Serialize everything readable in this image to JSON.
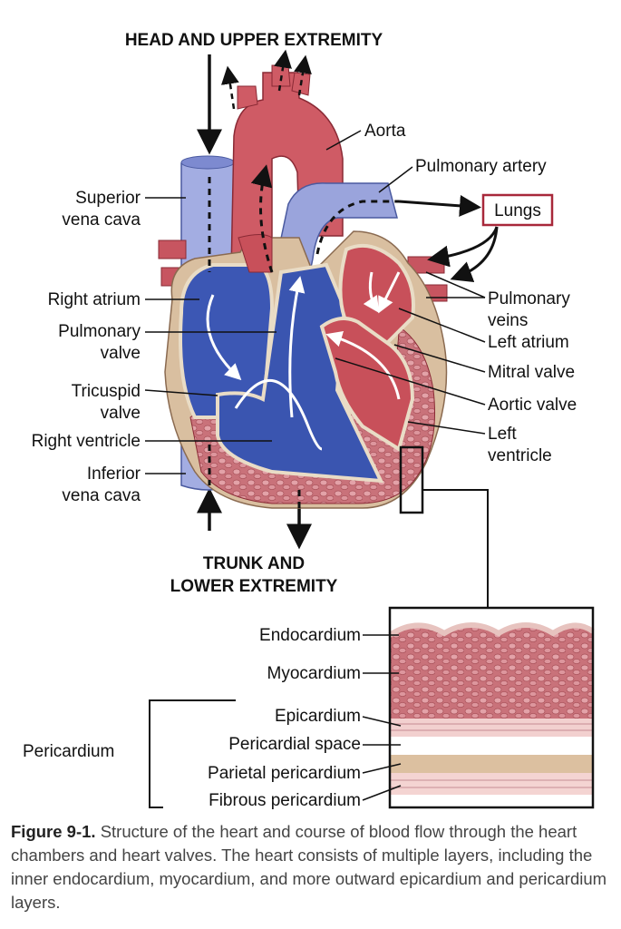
{
  "headers": {
    "top": "HEAD AND UPPER EXTREMITY",
    "bottom_line1": "TRUNK AND",
    "bottom_line2": "LOWER EXTREMITY"
  },
  "labels": {
    "aorta": "Aorta",
    "pulmonary_artery": "Pulmonary artery",
    "lungs": "Lungs",
    "superior_vena_cava_1": "Superior",
    "superior_vena_cava_2": "vena cava",
    "right_atrium": "Right atrium",
    "pulmonary_valve_1": "Pulmonary",
    "pulmonary_valve_2": "valve",
    "tricuspid_valve_1": "Tricuspid",
    "tricuspid_valve_2": "valve",
    "right_ventricle": "Right ventricle",
    "inferior_vena_cava_1": "Inferior",
    "inferior_vena_cava_2": "vena cava",
    "pulmonary_veins_1": "Pulmonary",
    "pulmonary_veins_2": "veins",
    "left_atrium": "Left atrium",
    "mitral_valve": "Mitral valve",
    "aortic_valve": "Aortic valve",
    "left_ventricle_1": "Left",
    "left_ventricle_2": "ventricle"
  },
  "layers": {
    "endocardium": "Endocardium",
    "myocardium": "Myocardium",
    "epicardium": "Epicardium",
    "pericardial_space": "Pericardial space",
    "parietal_pericardium": "Parietal pericardium",
    "fibrous_pericardium": "Fibrous pericardium",
    "pericardium": "Pericardium"
  },
  "caption": {
    "figure": "Figure 9-1.",
    "text": "Structure of the heart and course of blood flow through the heart chambers and heart valves. The heart consists of multiple layers, including the inner endocardium, myocardium, and more out­ward epicardium and pericardium layers."
  },
  "colors": {
    "blue_dark": "#3a55b0",
    "blue_light": "#9aa6dc",
    "red": "#c8505a",
    "red_light": "#dc8088",
    "muscle": "#c86a72",
    "tan": "#dcc0a0",
    "lungs_border": "#a8283a"
  }
}
